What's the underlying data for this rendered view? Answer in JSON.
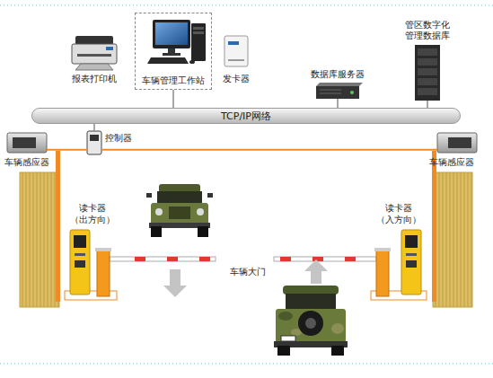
{
  "diagram": {
    "nodes": [
      {
        "text": [
          "报表打印机"
        ]
      },
      {
        "text": [
          "车辆管理工作站"
        ]
      },
      {
        "text": [
          "发卡器"
        ]
      },
      {
        "text": [
          "数据库服务器"
        ]
      },
      {
        "text": [
          "管区数字化 管理数据库"
        ]
      },
      {
        "text": [
          "TCP/IP网络"
        ]
      },
      {
        "text": [
          "车辆感应器"
        ]
      },
      {
        "text": [
          "控制器"
        ]
      },
      {
        "text": [
          "车辆感应器"
        ]
      },
      {
        "text": [
          "读卡器",
          "（出方向）"
        ]
      },
      {
        "text": [
          "读卡器",
          "（入方向）"
        ]
      }
    ],
    "edges": [
      {
        "from": 1,
        "to": 5,
        "arrow": "none"
      },
      {
        "from": 3,
        "to": 5,
        "arrow": "none"
      },
      {
        "from": 4,
        "to": 5,
        "arrow": "none"
      },
      {
        "from": 7,
        "to": 5,
        "arrow": "none"
      },
      {
        "from": 7,
        "to": 6,
        "arrow": "none"
      },
      {
        "from": 7,
        "to": 8,
        "arrow": "none"
      }
    ],
    "labels": [
      "车辆大门"
    ]
  }
}
